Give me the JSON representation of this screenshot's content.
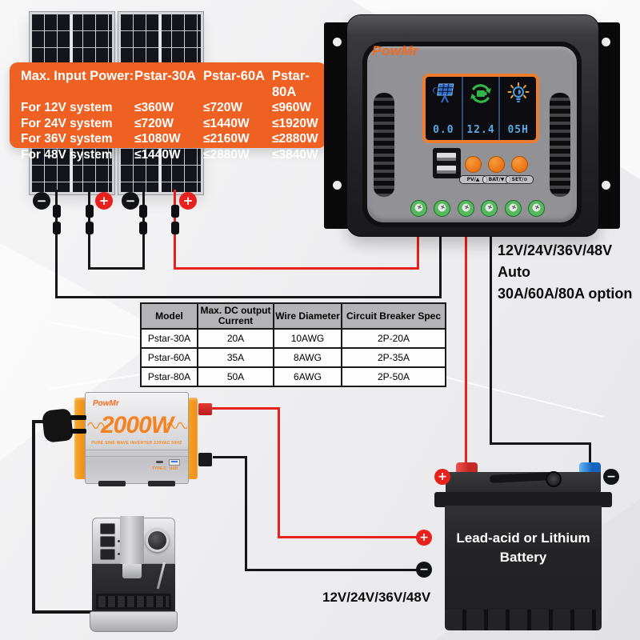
{
  "info_box": {
    "title": "Max. Input Power:",
    "models": [
      "Pstar-30A",
      "Pstar-60A",
      "Pstar-80A"
    ],
    "rows": [
      [
        "For 12V system",
        "≤360W",
        "≤720W",
        "≤960W"
      ],
      [
        "For 24V system",
        "≤720W",
        "≤1440W",
        "≤1920W"
      ],
      [
        "For 36V system",
        "≤1080W",
        "≤2160W",
        "≤2880W"
      ],
      [
        "For 48V system",
        "≤1440W",
        "≤2880W",
        "≤3840W"
      ]
    ]
  },
  "controller": {
    "brand": "PowMr",
    "lcd": {
      "pv_value": "0.0",
      "battery_value": "12.4",
      "load_value": "05H"
    },
    "buttons": [
      "PV/▲",
      "BAT/▼",
      "SET/⊙"
    ]
  },
  "annotation": {
    "line1": "12V/24V/36V/48V Auto",
    "line2": "30A/60A/80A option"
  },
  "spec_table": {
    "headers": [
      "Model",
      "Max. DC output Current",
      "Wire Diameter",
      "Circuit Breaker Spec"
    ],
    "rows": [
      [
        "Pstar-30A",
        "20A",
        "10AWG",
        "2P-20A"
      ],
      [
        "Pstar-60A",
        "35A",
        "8AWG",
        "2P-35A"
      ],
      [
        "Pstar-80A",
        "50A",
        "6AWG",
        "2P-50A"
      ]
    ]
  },
  "inverter": {
    "brand": "PowMr",
    "power": "2000W",
    "subtitle": "PURE SINE WAVE INVERTER 220VAC 50HZ",
    "port_labels": [
      "TYPE-C",
      "USB"
    ]
  },
  "battery": {
    "label_line1": "Lead-acid or Lithium",
    "label_line2": "Battery",
    "voltage_note": "12V/24V/36V/48V"
  },
  "badges": {
    "plus": "+",
    "minus": "−"
  },
  "colors": {
    "accent_orange": "#ee6123",
    "brand_orange": "#f26a1f",
    "wire_red": "#e8211d",
    "wire_black": "#161616",
    "lcd_blue": "#57aae3",
    "lcd_green": "#35b44a",
    "button_orange": "#ee7312",
    "terminal_green": "#4caf50",
    "battery_red_terminal": "#c62828",
    "battery_blue_terminal": "#1e88e5"
  }
}
